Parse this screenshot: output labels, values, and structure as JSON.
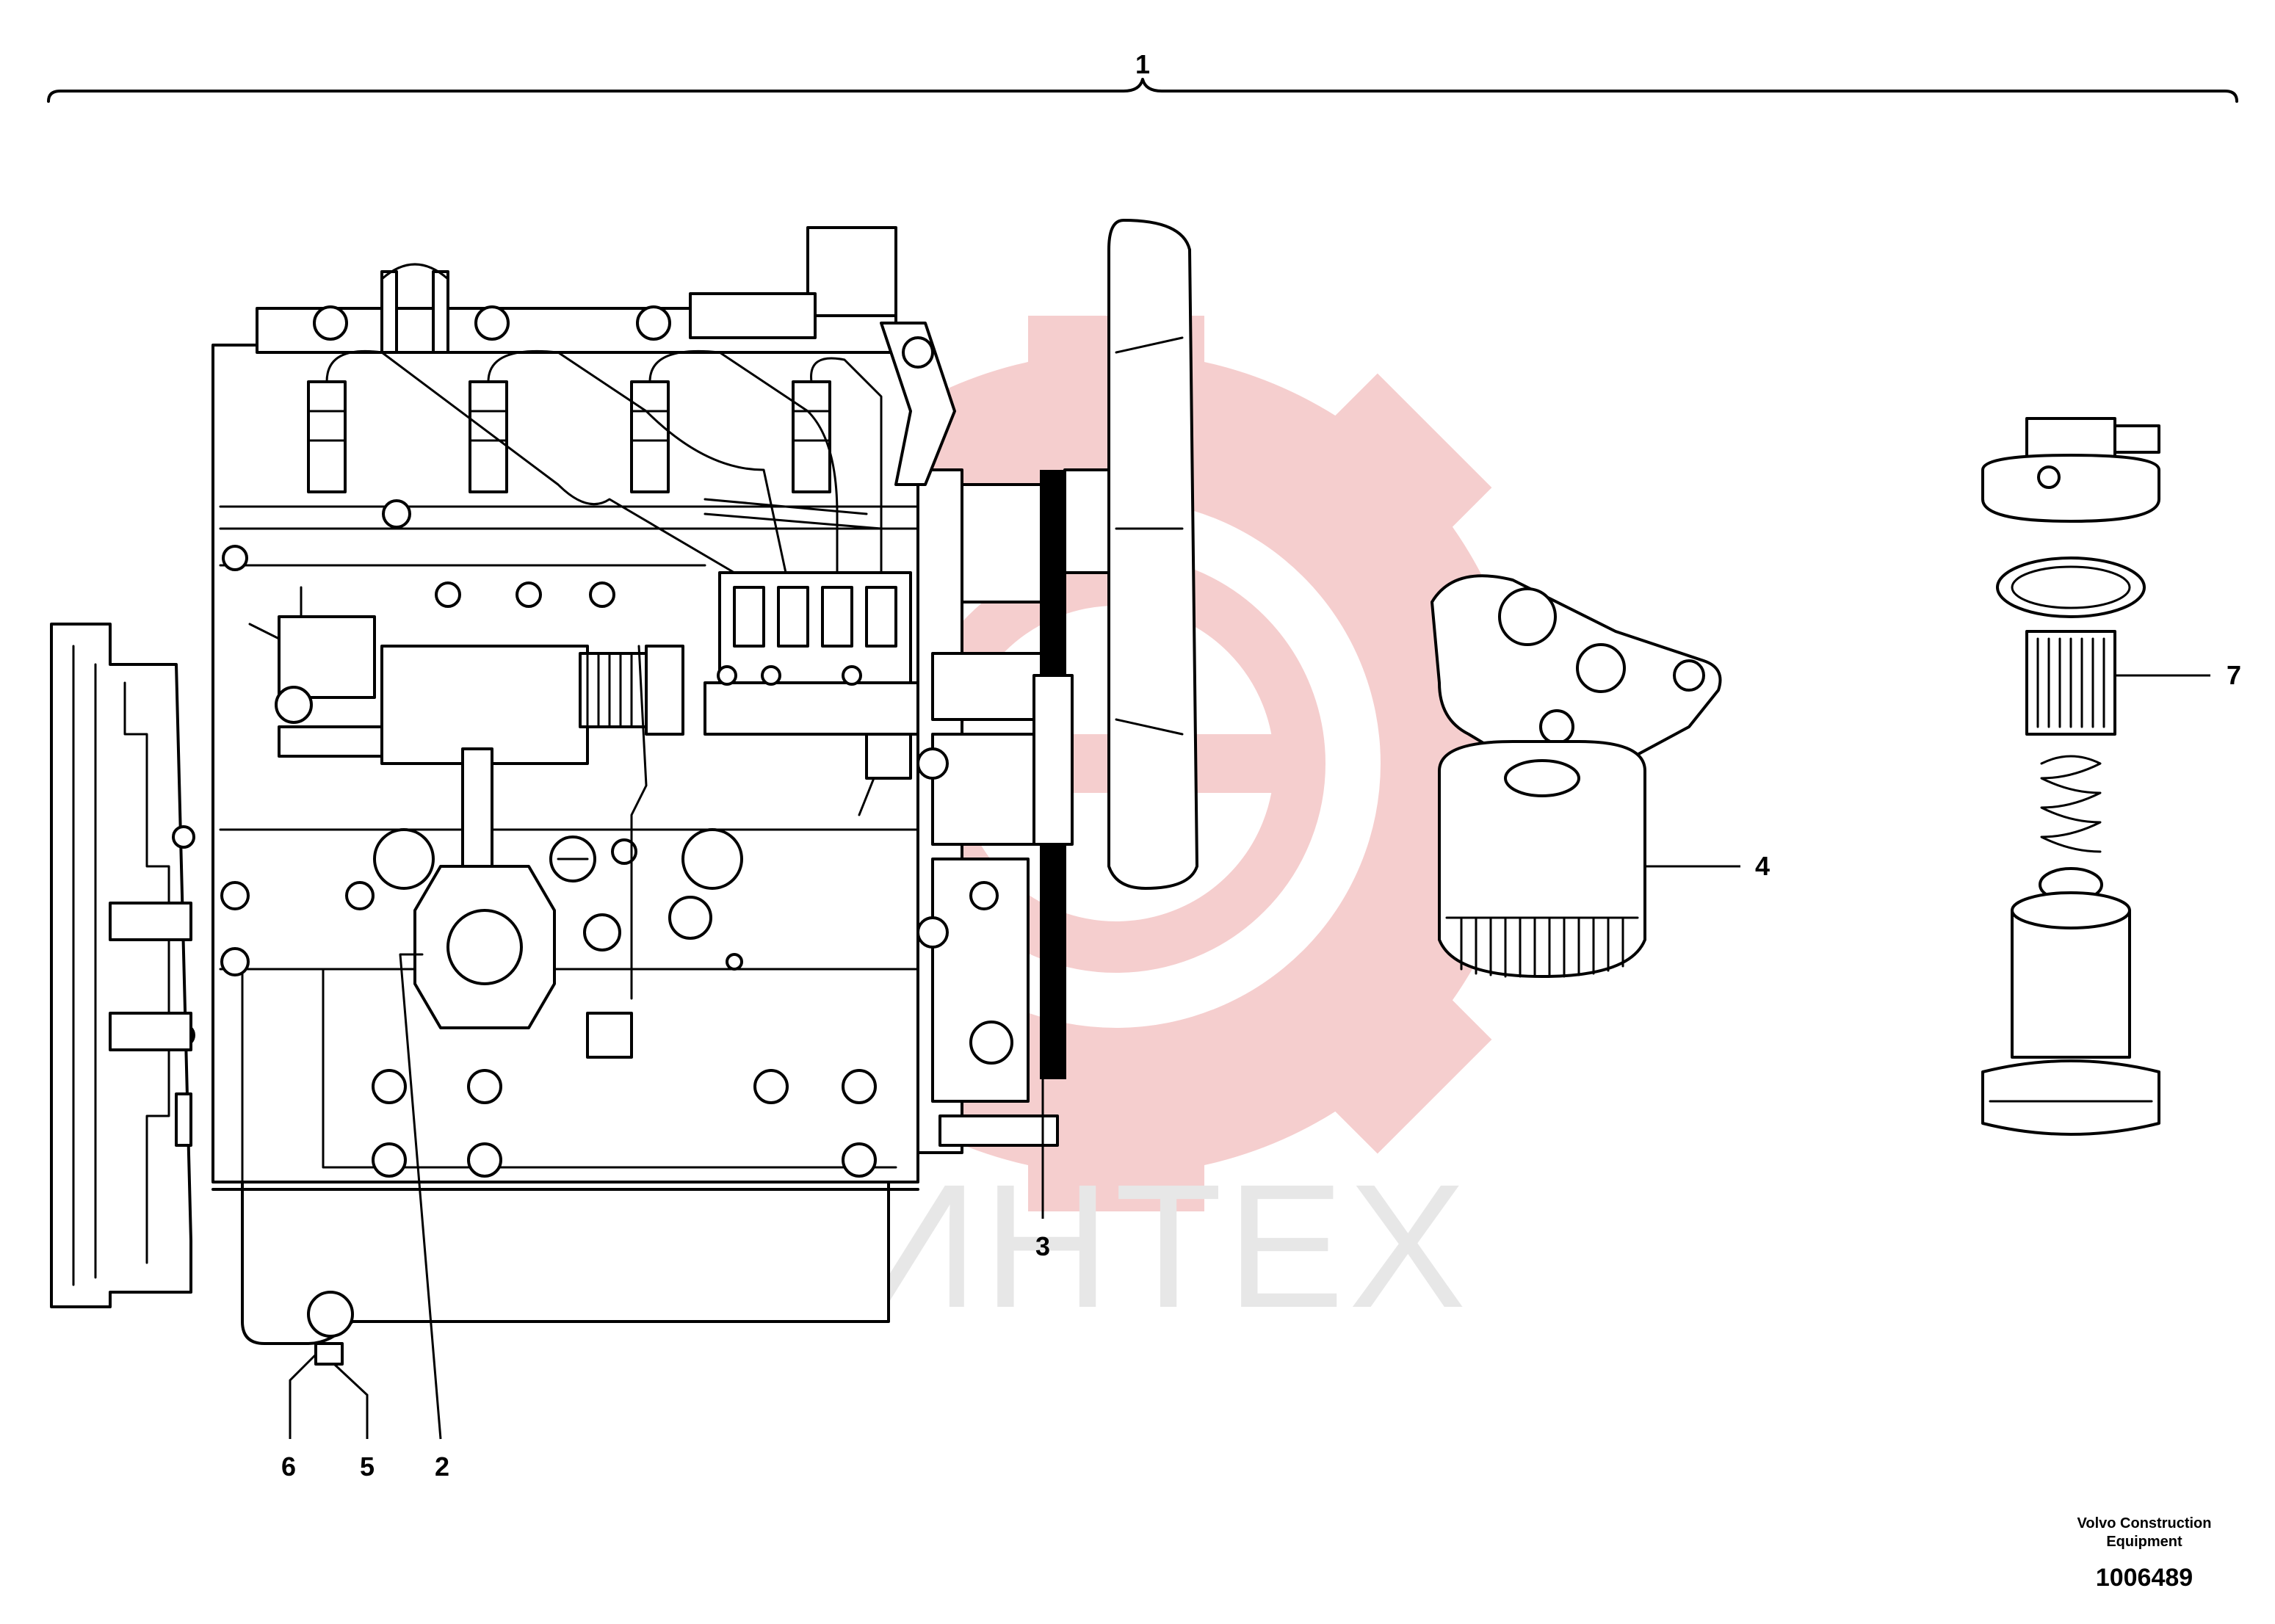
{
  "callouts": [
    {
      "id": "1",
      "label": "1"
    },
    {
      "id": "2",
      "label": "2"
    },
    {
      "id": "3",
      "label": "3"
    },
    {
      "id": "4",
      "label": "4"
    },
    {
      "id": "5",
      "label": "5"
    },
    {
      "id": "6",
      "label": "6"
    },
    {
      "id": "7",
      "label": "7"
    }
  ],
  "footer": {
    "company_line1": "Volvo Construction",
    "company_line2": "Equipment",
    "document_number": "1006489"
  },
  "watermark": {
    "text": "ИНТЕХ",
    "gear_color": "#f4c6c6",
    "text_color": "#e3e3e3"
  }
}
